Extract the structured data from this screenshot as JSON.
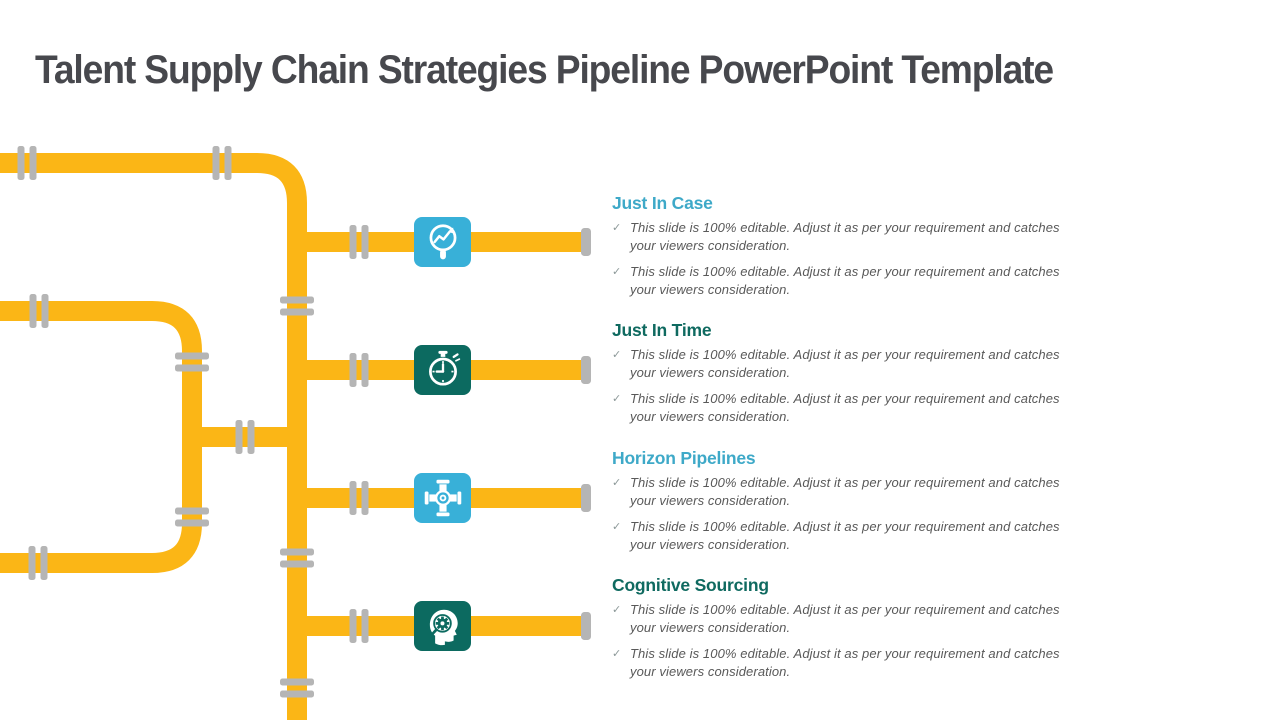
{
  "slide": {
    "title": "Talent Supply Chain Strategies Pipeline PowerPoint Template"
  },
  "colors": {
    "pipe_yellow": "#fbb616",
    "coupling_gray": "#b5b5b5",
    "icon_light_blue": "#38b0d8",
    "icon_dark_teal": "#0c6a60",
    "heading_light_blue": "#3ea9c8",
    "heading_dark_teal": "#0f6a60",
    "title_gray": "#47484d",
    "body_gray": "#595959"
  },
  "bullet_mark": "✓",
  "sections": [
    {
      "heading": "Just In Case",
      "icon": "trend-search-icon",
      "bullets": [
        "This slide is 100% editable. Adjust it as per your requirement and catches your viewers consideration.",
        "This slide is 100% editable. Adjust it as per your requirement and catches your viewers consideration."
      ]
    },
    {
      "heading": "Just In Time",
      "icon": "stopwatch-icon",
      "bullets": [
        "This slide is 100% editable. Adjust it as per your requirement and catches your viewers consideration.",
        "This slide is 100% editable. Adjust it as per your requirement and catches your viewers consideration."
      ]
    },
    {
      "heading": "Horizon Pipelines",
      "icon": "pipe-junction-icon",
      "bullets": [
        "This slide is 100% editable. Adjust it as per your requirement and catches your viewers consideration.",
        "This slide is 100% editable. Adjust it as per your requirement and catches your viewers consideration."
      ]
    },
    {
      "heading": "Cognitive Sourcing",
      "icon": "cognitive-head-icon",
      "bullets": [
        "This slide is 100% editable. Adjust it as per your requirement and catches your viewers consideration.",
        "This slide is 100% editable. Adjust it as per your requirement and catches your viewers consideration."
      ]
    }
  ]
}
